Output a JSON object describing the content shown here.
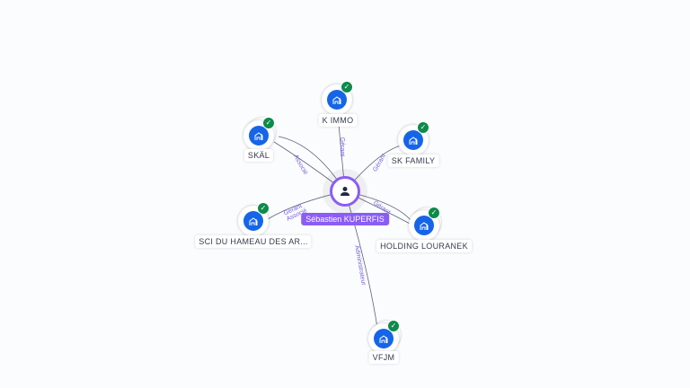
{
  "center": {
    "name": "Sébastien KUPERFIS",
    "icon": "person-icon",
    "color": "#8b5cf6"
  },
  "nodes": [
    {
      "name": "K IMMO",
      "relation": "Gérant"
    },
    {
      "name": "SKÄL",
      "relation": "Associé"
    },
    {
      "name": "SK FAMILY",
      "relation": "Gérant"
    },
    {
      "name": "SCI DU HAMEAU DES AR...",
      "relation": "Gérant Associé"
    },
    {
      "name": "HOLDING LOURANEK",
      "relation": "Gérant"
    },
    {
      "name": "VFJM",
      "relation": "Administrateur"
    }
  ],
  "colors": {
    "company": "#1665e8",
    "verified": "#0e8a4a",
    "edge_label": "#7a5ee0"
  }
}
